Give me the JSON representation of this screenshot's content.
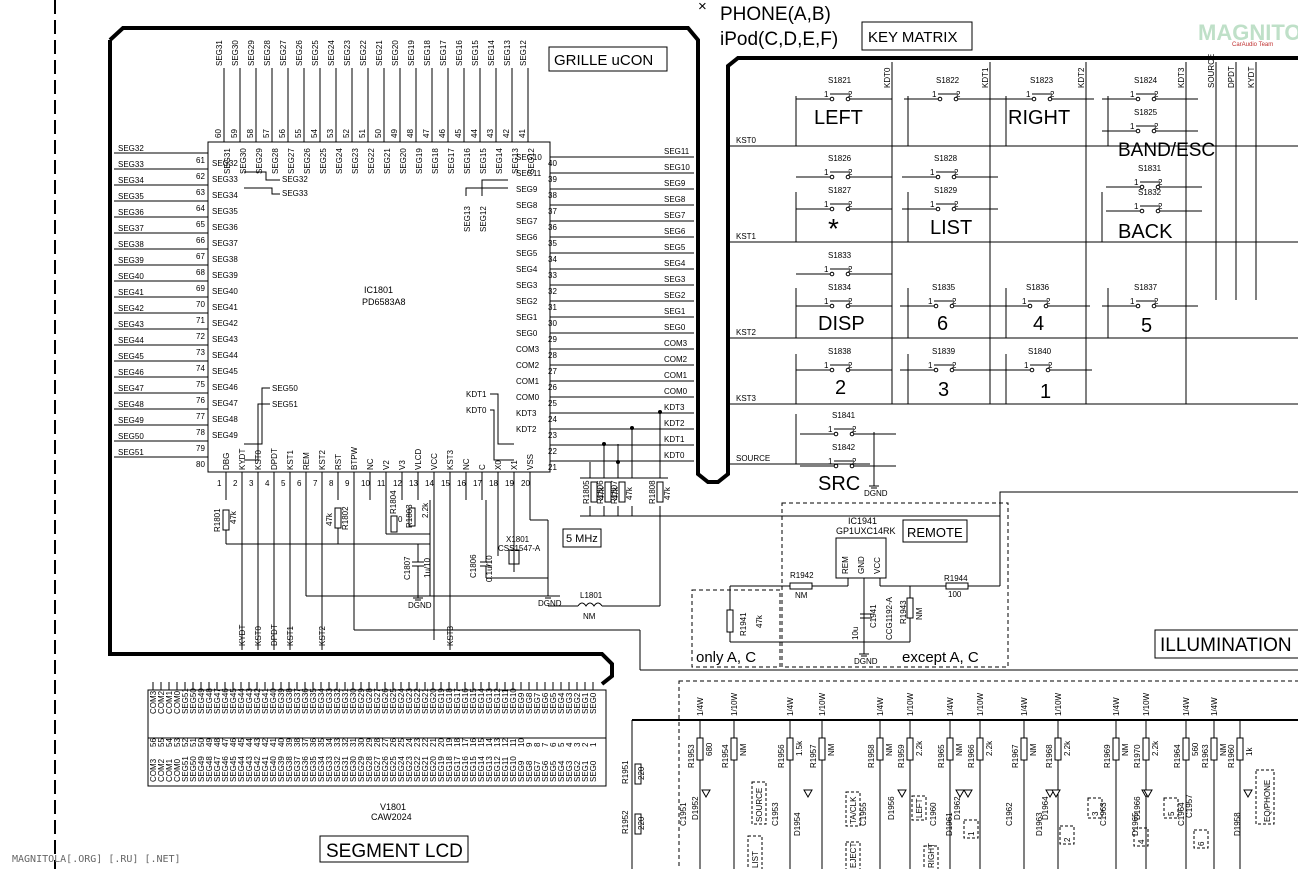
{
  "title": {
    "line1": "PHONE(A,B)",
    "line2": "iPod(C,D,E,F)",
    "asterisk": "×"
  },
  "logo": {
    "name": "MAGNITOLA",
    "sub": "CarAudio Team"
  },
  "watermark": "MAGNITOLA[.ORG] [.RU] [.NET]",
  "blocks": {
    "grille": "GRILLE uCON",
    "key_matrix": "KEY MATRIX",
    "remote": "REMOTE",
    "illumination": "ILLUMINATION",
    "segment_lcd": "SEGMENT LCD",
    "osc": "5 MHz",
    "only_ac": "only A, C",
    "except_ac": "except A, C"
  },
  "ic1801": {
    "ref": "IC1801",
    "part": "PD6583A8"
  },
  "ic1941": {
    "ref": "IC1941",
    "part": "GP1UXC14RK",
    "pins": [
      "REM",
      "GND",
      "VCC"
    ]
  },
  "v1801": {
    "ref": "V1801",
    "part": "CAW2024"
  },
  "left_pins": {
    "nets": [
      "SEG32",
      "SEG33",
      "SEG34",
      "SEG35",
      "SEG36",
      "SEG37",
      "SEG38",
      "SEG39",
      "SEG40",
      "SEG41",
      "SEG42",
      "SEG43",
      "SEG44",
      "SEG45",
      "SEG46",
      "SEG47",
      "SEG48",
      "SEG49",
      "SEG50",
      "SEG51"
    ],
    "nums": [
      "61",
      "62",
      "63",
      "64",
      "65",
      "66",
      "67",
      "68",
      "69",
      "70",
      "71",
      "72",
      "73",
      "74",
      "75",
      "76",
      "77",
      "78",
      "79",
      "80"
    ],
    "inner": [
      "SEG32",
      "SEG33",
      "SEG34",
      "SEG35",
      "SEG36",
      "SEG37",
      "SEG38",
      "SEG39",
      "SEG40",
      "SEG41",
      "SEG42",
      "SEG43",
      "SEG44",
      "SEG45",
      "SEG46",
      "SEG47",
      "SEG48",
      "SEG49",
      "",
      ""
    ]
  },
  "top_pins": {
    "nets": [
      "SEG31",
      "SEG30",
      "SEG29",
      "SEG28",
      "SEG27",
      "SEG26",
      "SEG25",
      "SEG24",
      "SEG23",
      "SEG22",
      "SEG21",
      "SEG20",
      "SEG19",
      "SEG18",
      "SEG17",
      "SEG16",
      "SEG15",
      "SEG14",
      "SEG13",
      "SEG12"
    ],
    "nums": [
      "60",
      "59",
      "58",
      "57",
      "56",
      "55",
      "54",
      "53",
      "52",
      "51",
      "50",
      "49",
      "48",
      "47",
      "46",
      "45",
      "44",
      "43",
      "42",
      "41"
    ]
  },
  "right_pins": {
    "inner": [
      "SEG10",
      "SEG11",
      "SEG9",
      "SEG8",
      "SEG7",
      "SEG6",
      "SEG5",
      "SEG4",
      "SEG3",
      "SEG2",
      "SEG1",
      "SEG0",
      "COM3",
      "COM2",
      "COM1",
      "COM0",
      "KDT3",
      "KDT2",
      "",
      ""
    ],
    "nums": [
      "40",
      "39",
      "38",
      "37",
      "36",
      "35",
      "34",
      "33",
      "32",
      "31",
      "30",
      "29",
      "28",
      "27",
      "26",
      "25",
      "24",
      "23",
      "22",
      "21"
    ],
    "nets": [
      "SEG11",
      "SEG10",
      "SEG9",
      "SEG8",
      "SEG7",
      "SEG6",
      "SEG5",
      "SEG4",
      "SEG3",
      "SEG2",
      "SEG1",
      "SEG0",
      "COM3",
      "COM2",
      "COM1",
      "COM0",
      "KDT3",
      "KDT2",
      "KDT1",
      "KDT0"
    ]
  },
  "bottom_pins": {
    "inner": [
      "DBG",
      "KYDT",
      "KST0",
      "DPDT",
      "KST1",
      "REM",
      "KST2",
      "RST",
      "BTPW",
      "NC",
      "V2",
      "V3",
      "VLCD",
      "VCC",
      "KST3",
      "NC",
      "C",
      "X0",
      "X1",
      "VSS"
    ],
    "nums": [
      "1",
      "2",
      "3",
      "4",
      "5",
      "6",
      "7",
      "8",
      "9",
      "10",
      "11",
      "12",
      "13",
      "14",
      "15",
      "16",
      "17",
      "18",
      "19",
      "20"
    ]
  },
  "bottom_nets": [
    "KYDT",
    "KST0",
    "DPDT",
    "KST1",
    "KST2",
    "KST3"
  ],
  "inner_misc": [
    "SEG32",
    "SEG33",
    "SEG13",
    "SEG12",
    "SEG50",
    "SEG51",
    "KDT1",
    "KDT0"
  ],
  "key_matrix": {
    "rows": [
      "KST0",
      "KST1",
      "KST2",
      "KST3",
      "SOURCE"
    ],
    "cols": [
      "KDT0",
      "KDT1",
      "KDT2",
      "KDT3",
      "SOURCE",
      "DPDT",
      "KYDT"
    ],
    "switches": [
      "S1821",
      "S1822",
      "S1823",
      "S1824",
      "S1825",
      "S1826",
      "S1827",
      "S1828",
      "S1829",
      "S1831",
      "S1832",
      "S1833",
      "S1834",
      "S1835",
      "S1836",
      "S1837",
      "S1838",
      "S1839",
      "S1840",
      "S1841",
      "S1842"
    ],
    "keys": [
      "LEFT",
      "RIGHT",
      "BAND/ESC",
      "*",
      "LIST",
      "BACK",
      "DISP",
      "6",
      "4",
      "5",
      "2",
      "3",
      "1",
      "SRC"
    ],
    "pin_labels": [
      "1",
      "2"
    ]
  },
  "components": {
    "r_pullups": [
      "R1805",
      "47k",
      "R1806",
      "47k",
      "R1807",
      "47k",
      "R1808",
      "47k"
    ],
    "r_left": [
      "R1801",
      "47k",
      "47k",
      "R1802",
      "R1804",
      "0",
      "R1803",
      "2.2k"
    ],
    "caps": [
      "C1807",
      "1u/10",
      "C1806",
      "0.1u/10"
    ],
    "xtal": [
      "X1801",
      "CSS1547-A"
    ],
    "coil": [
      "L1801",
      "NM"
    ],
    "remote_parts": [
      "R1942",
      "NM",
      "R1944",
      "100",
      "R1941",
      "47k",
      "C1941",
      "10u",
      "CCG1192-A",
      "R1943",
      "NM"
    ],
    "grounds": [
      "DGND",
      "DGND",
      "DGND",
      "DGND"
    ]
  },
  "illum": {
    "resistors": [
      "R1953",
      "680",
      "R1954",
      "NM",
      "R1956",
      "1.5k",
      "R1957",
      "NM",
      "R1958",
      "NM",
      "R1959",
      "2.2k",
      "R1965",
      "NM",
      "R1966",
      "2.2k",
      "R1967",
      "NM",
      "R1968",
      "2.2k",
      "R1969",
      "NM",
      "R1970",
      "2.2k",
      "R1964",
      "560",
      "R1963",
      "NM",
      "R1960",
      "1k",
      "R1951",
      "220",
      "R1952",
      "220"
    ],
    "ratings": [
      "1/4W",
      "1/10W",
      "1/4W",
      "1/10W",
      "1/4W",
      "1/10W",
      "1/4W",
      "1/10W",
      "1/4W",
      "1/10W",
      "1/4W",
      "1/10W",
      "1/4W",
      "1/4W"
    ],
    "caps": [
      "C1951",
      "C1953",
      "C1955",
      "C1960",
      "C1962",
      "C1963",
      "C1964",
      "C1957"
    ],
    "diodes": [
      "D1952",
      "D1954",
      "D1956",
      "D1961",
      "D1962",
      "D1963",
      "D1964",
      "D1965",
      "D1966",
      "D1958"
    ],
    "tags": [
      "SOURCE",
      "TA/CLK",
      "LEFT",
      "EQ/PHONE",
      "1",
      "3",
      "5",
      "2",
      "4",
      "6",
      "LIST",
      "EJECT",
      "RIGHT"
    ]
  },
  "lcd_pins": {
    "nums": [
      "56",
      "55",
      "54",
      "53",
      "52",
      "51",
      "50",
      "49",
      "48",
      "47",
      "46",
      "45",
      "44",
      "43",
      "42",
      "41",
      "40",
      "39",
      "38",
      "37",
      "36",
      "35",
      "34",
      "33",
      "32",
      "31",
      "30",
      "29",
      "28",
      "27",
      "26",
      "25",
      "24",
      "23",
      "22",
      "21",
      "20",
      "19",
      "18",
      "17",
      "16",
      "15",
      "14",
      "13",
      "12",
      "11",
      "10",
      "9",
      "8",
      "7",
      "6",
      "5",
      "4",
      "3",
      "2",
      "1"
    ],
    "nets": [
      "COM3",
      "COM2",
      "COM1",
      "COM0",
      "SEG51",
      "SEG50",
      "SEG49",
      "SEG48",
      "SEG47",
      "SEG46",
      "SEG45",
      "SEG44",
      "SEG43",
      "SEG42",
      "SEG41",
      "SEG40",
      "SEG39",
      "SEG38",
      "SEG37",
      "SEG36",
      "SEG35",
      "SEG34",
      "SEG33",
      "SEG32",
      "SEG31",
      "SEG30",
      "SEG29",
      "SEG28",
      "SEG27",
      "SEG26",
      "SEG25",
      "SEG24",
      "SEG23",
      "SEG22",
      "SEG21",
      "SEG20",
      "SEG19",
      "SEG18",
      "SEG17",
      "SEG16",
      "SEG15",
      "SEG14",
      "SEG13",
      "SEG12",
      "SEG11",
      "SEG10",
      "SEG9",
      "SEG8",
      "SEG7",
      "SEG6",
      "SEG5",
      "SEG4",
      "SEG3",
      "SEG2",
      "SEG1",
      "SEG0"
    ]
  }
}
